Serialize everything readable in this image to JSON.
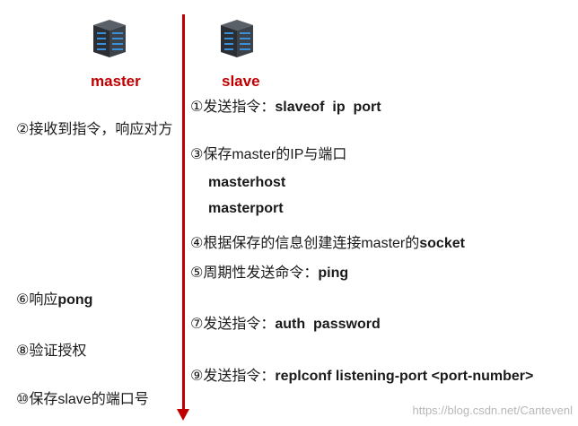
{
  "master": {
    "icon": "server-icon",
    "label": "master"
  },
  "slave": {
    "icon": "server-icon",
    "label": "slave"
  },
  "colors": {
    "accent": "#c00000",
    "text": "#1a1a1a"
  },
  "slave_steps": {
    "s1": {
      "num": "①",
      "text": "发送指令：",
      "bold": "slaveof  ip  port"
    },
    "s3": {
      "num": "③",
      "text": "保存master的IP与端口"
    },
    "s3_host": "masterhost",
    "s3_port": "masterport",
    "s4": {
      "num": "④",
      "text": "根据保存的信息创建连接master的",
      "bold": "socket"
    },
    "s5": {
      "num": "⑤",
      "text": "周期性发送命令：",
      "bold": "ping"
    },
    "s7": {
      "num": "⑦",
      "text": "发送指令：",
      "bold": "auth  password"
    },
    "s9": {
      "num": "⑨",
      "text": "发送指令：",
      "bold": "replconf listening-port <port-number>"
    }
  },
  "master_steps": {
    "s2": {
      "num": "②",
      "text": "接收到指令，响应对方"
    },
    "s6": {
      "num": "⑥",
      "text": "响应",
      "bold": "pong"
    },
    "s8": {
      "num": "⑧",
      "text": "验证授权"
    },
    "s10": {
      "num": "⑩",
      "text": "保存slave的端口号"
    }
  },
  "watermark": "https://blog.csdn.net/Cantevenl"
}
